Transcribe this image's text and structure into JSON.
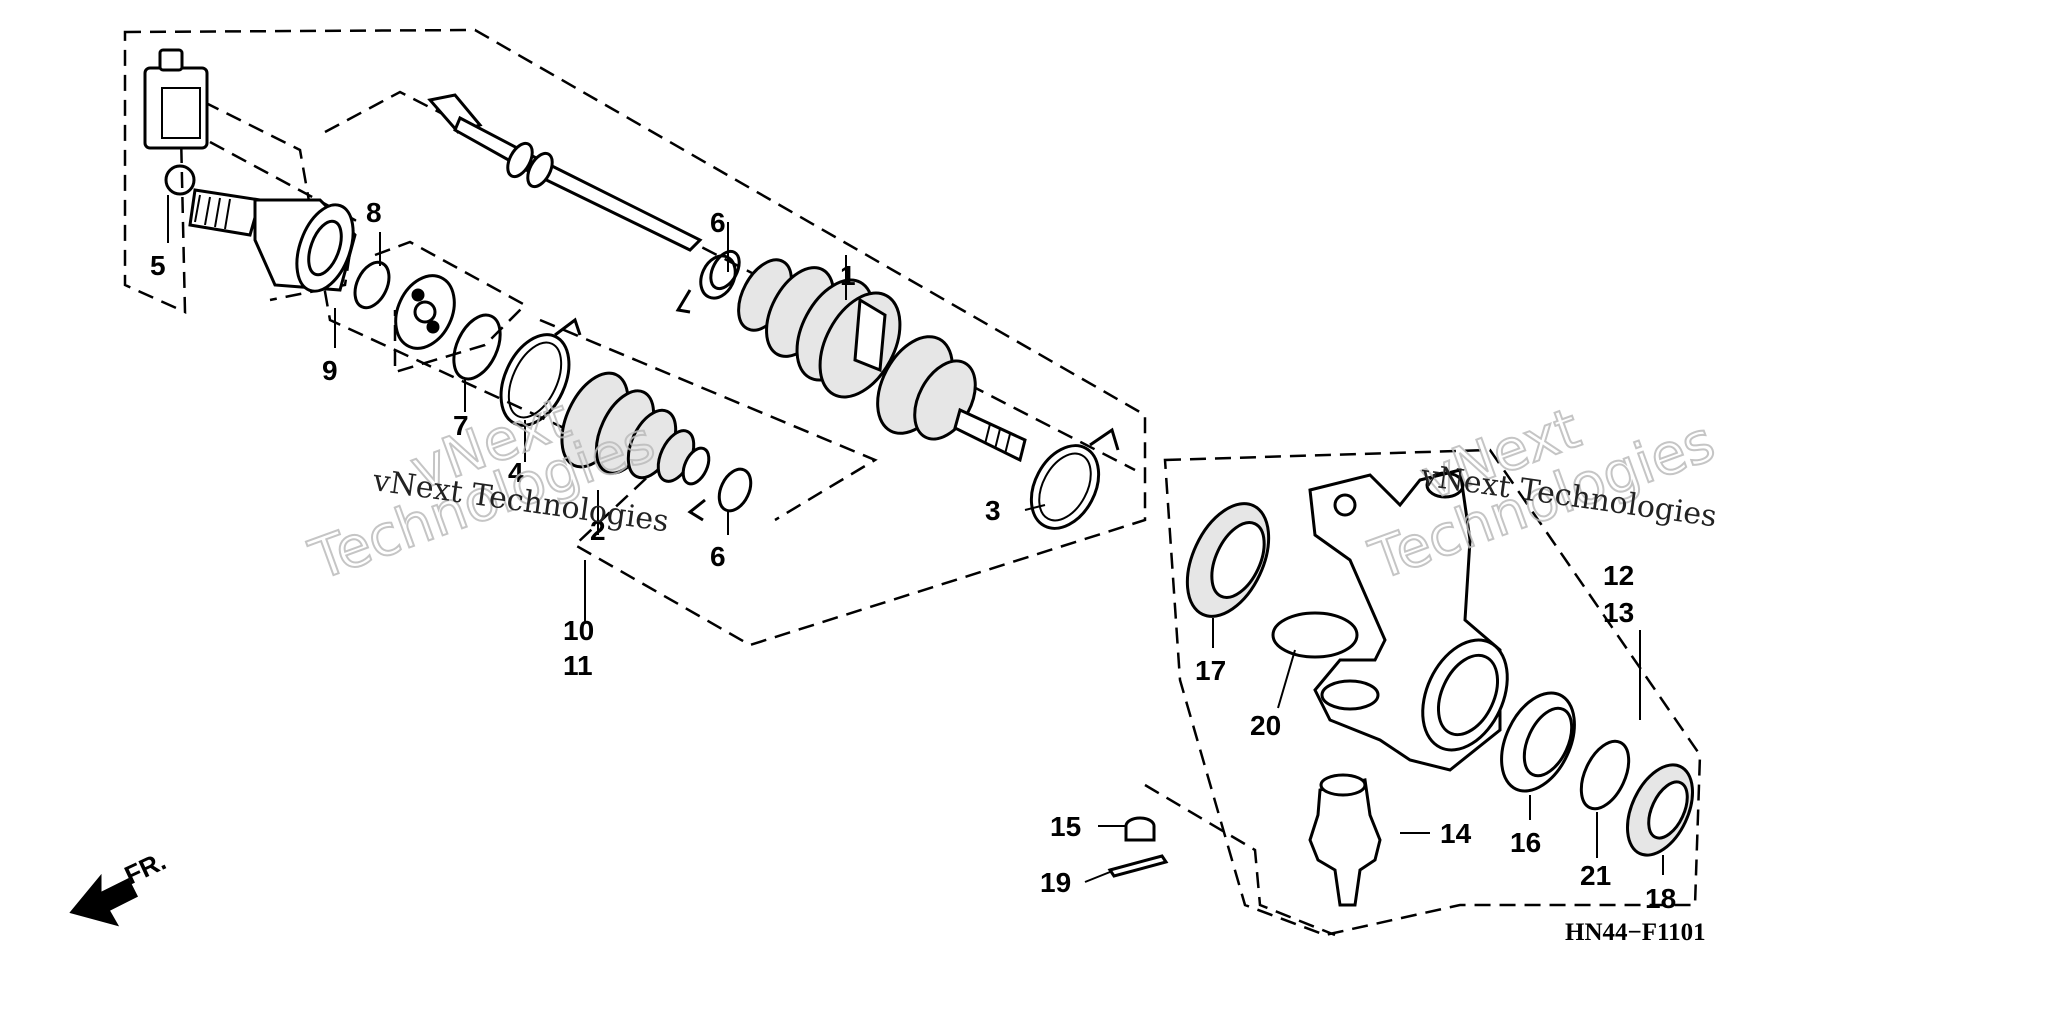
{
  "diagram": {
    "part_numbers": [
      "1",
      "2",
      "3",
      "4",
      "5",
      "6",
      "6",
      "7",
      "8",
      "9",
      "10",
      "11",
      "12",
      "13",
      "14",
      "15",
      "16",
      "17",
      "18",
      "19",
      "20",
      "21"
    ],
    "drawing_code": "HN44−F1101",
    "direction_label": "FR.",
    "watermark_text": "vNext Technologies",
    "watermark_line1": "vNext",
    "watermark_line2": "Technologies"
  }
}
